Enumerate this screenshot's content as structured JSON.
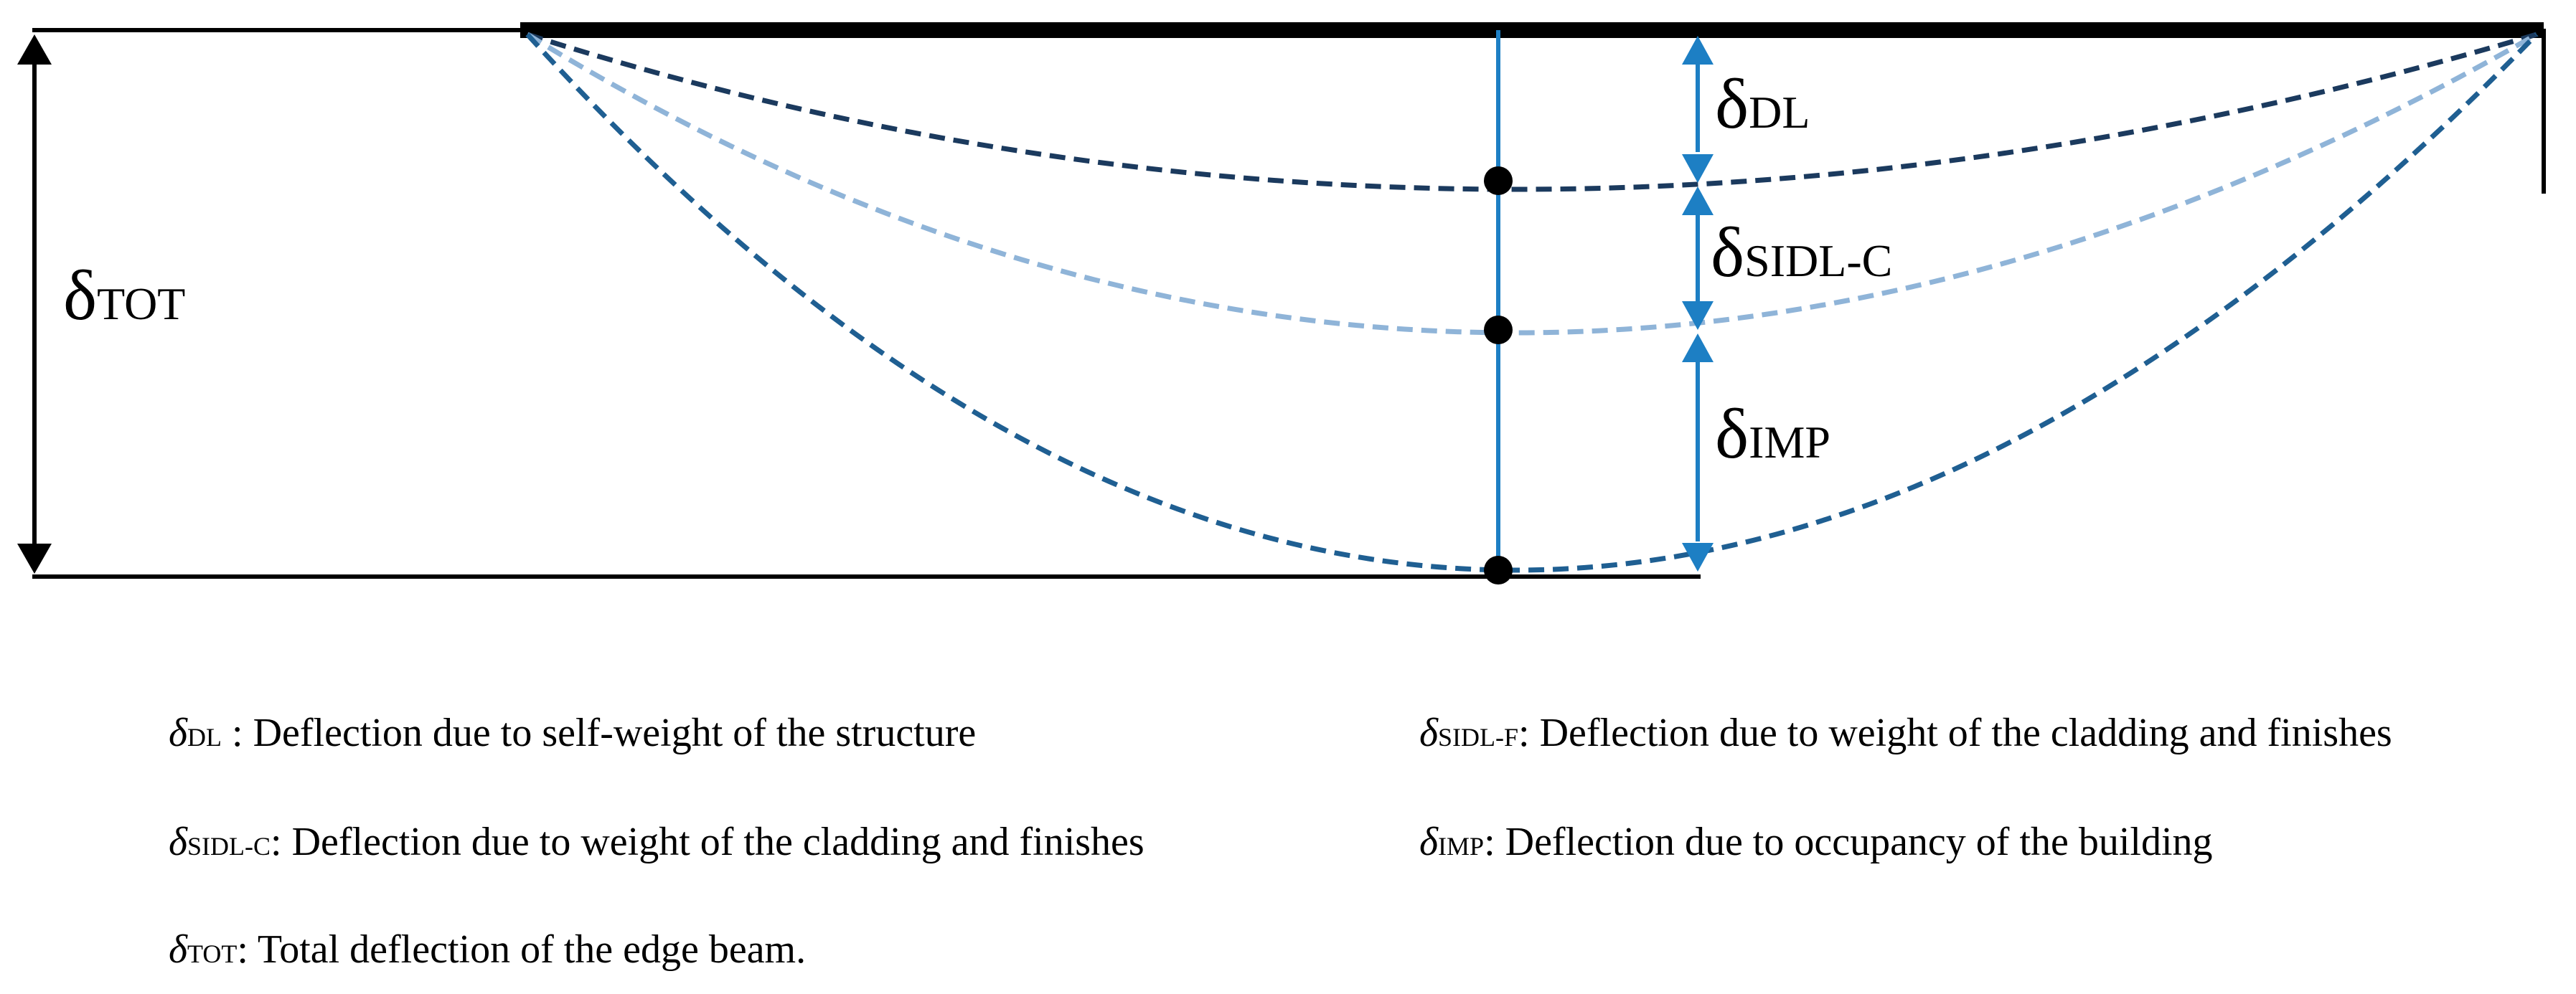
{
  "colors": {
    "beam": "#000000",
    "curve_dl": "#1b3a5e",
    "curve_sidl_c": "#8fb4d8",
    "curve_tot": "#1f5f92",
    "arrow_blue": "#1d7fc4",
    "centerline": "#1d7fc4"
  },
  "symbols": {
    "delta": "δ"
  },
  "diagram_labels": {
    "dl_sub": "DL",
    "sidl_c_sub": "SIDL-C",
    "imp_sub": "IMP",
    "tot_sub": "TOT"
  },
  "legend": {
    "dl": {
      "sub": "DL",
      "text": " : Deflection due to self-weight of the structure"
    },
    "sidl_f": {
      "sub": "SIDL-F",
      "text": ": Deflection due to weight of the cladding and finishes"
    },
    "sidl_c": {
      "sub": "SIDL-C",
      "text": ": Deflection due to weight of the cladding and finishes"
    },
    "imp": {
      "sub": "IMP",
      "text": ": Deflection due to occupancy of the building"
    },
    "tot": {
      "sub": "TOT",
      "text": ": Total deflection of the edge beam."
    }
  }
}
